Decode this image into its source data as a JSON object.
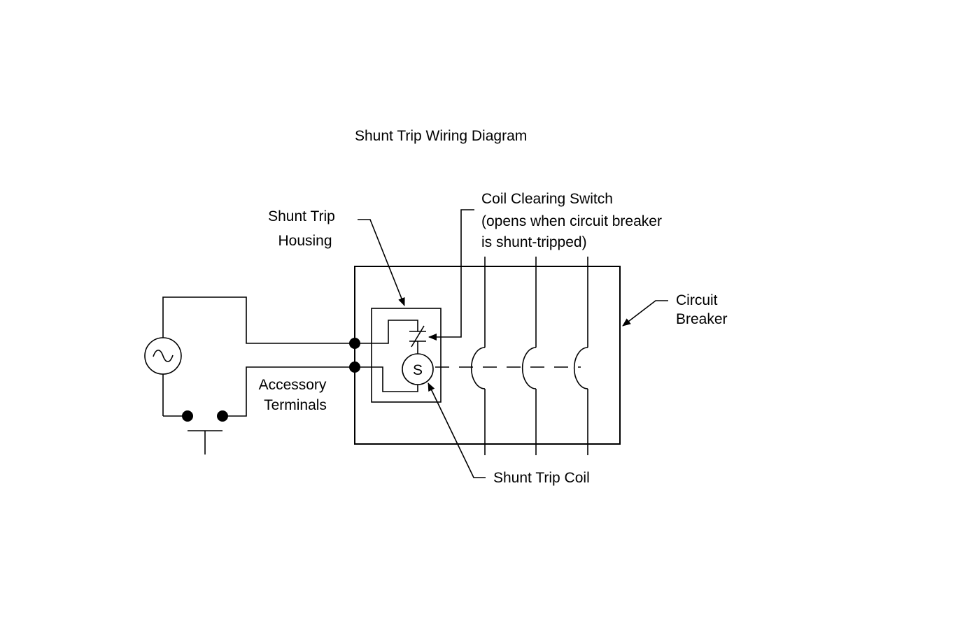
{
  "diagram": {
    "title": "Shunt Trip Wiring Diagram",
    "labels": {
      "shunt_trip_housing": [
        "Shunt Trip",
        "Housing"
      ],
      "coil_clearing_switch": [
        "Coil Clearing Switch",
        "(opens when circuit breaker",
        "is shunt-tripped)"
      ],
      "circuit_breaker": [
        "Circuit",
        "Breaker"
      ],
      "accessory_terminals": [
        "Accessory",
        "Terminals"
      ],
      "shunt_trip_coil": "Shunt Trip Coil",
      "coil_symbol": "S"
    },
    "colors": {
      "line": "#000000",
      "background": "#ffffff"
    }
  }
}
